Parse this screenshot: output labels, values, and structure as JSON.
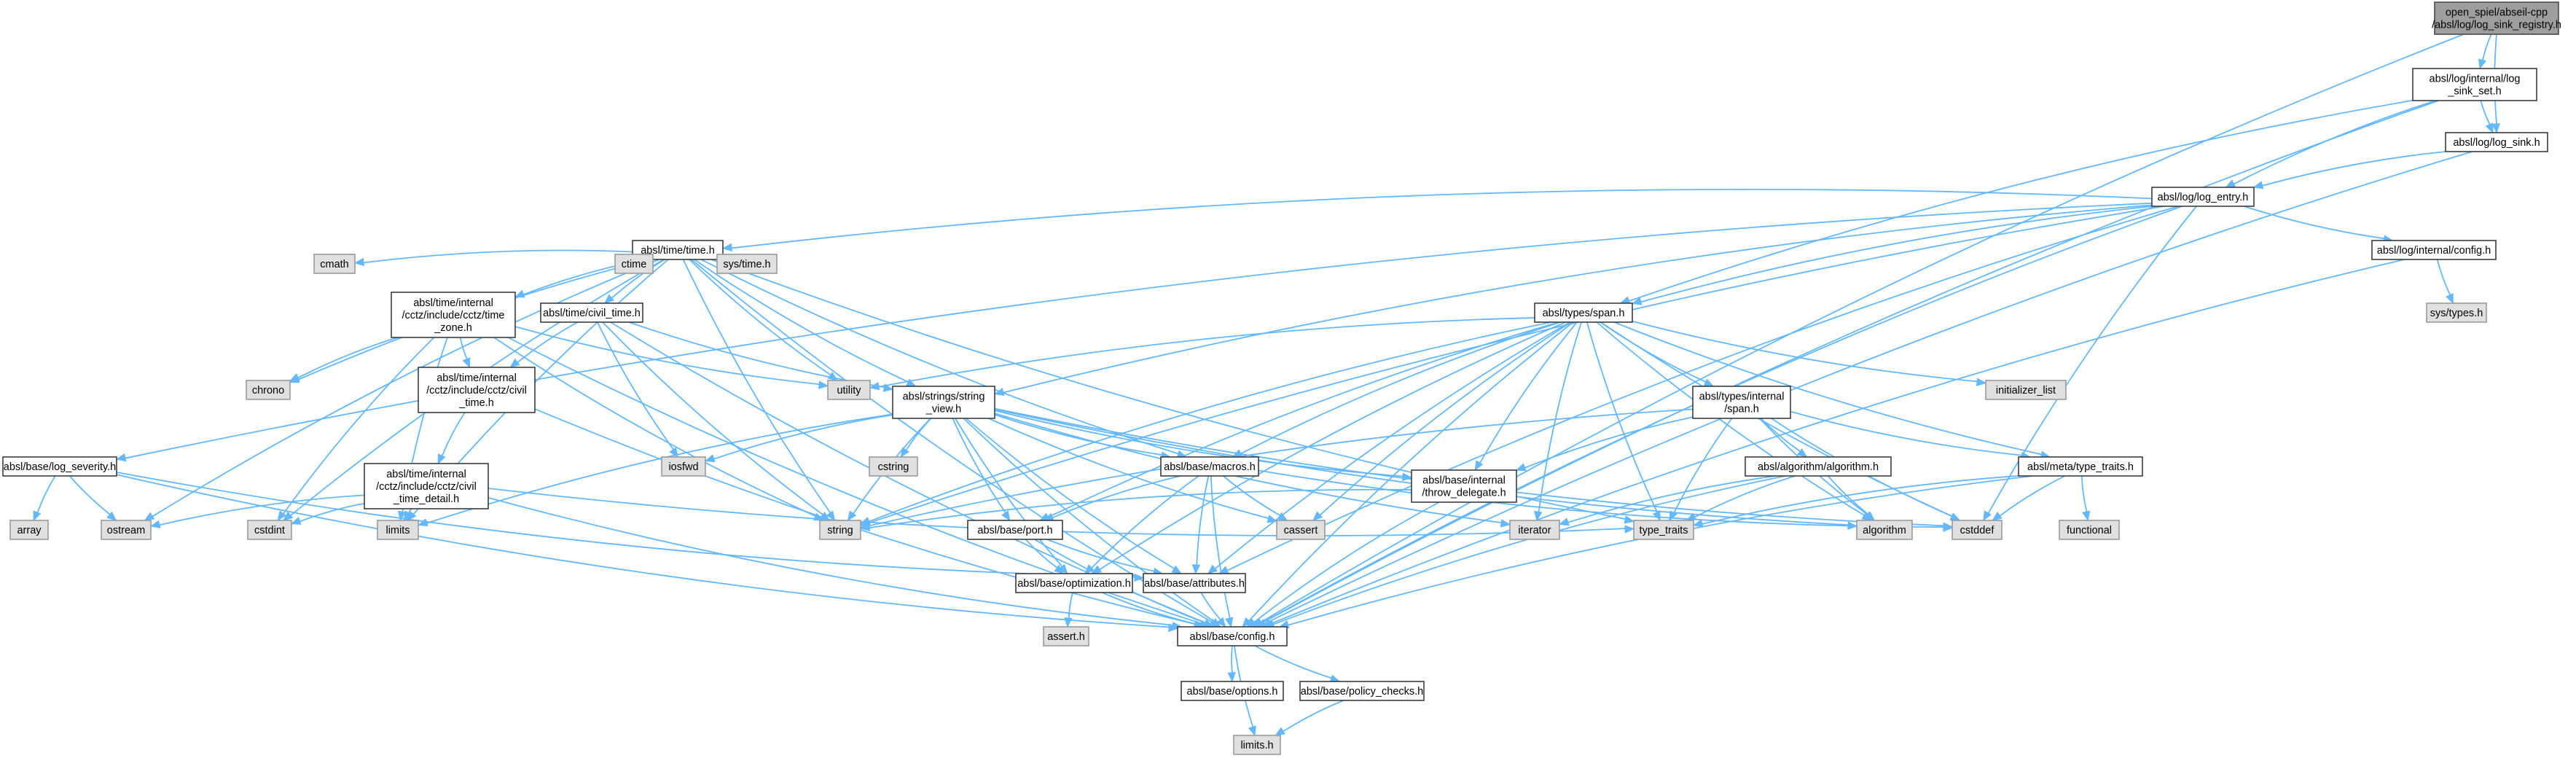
{
  "diagram": {
    "type": "include-dependency-graph",
    "colors": {
      "edge": "#63b8ff",
      "user_node_fill": "#ffffff",
      "system_node_fill": "#e0e0e0",
      "root_node_fill": "#9e9e9e"
    },
    "nodes": [
      {
        "id": "root",
        "kind": "root",
        "lines": [
          "open_spiel/abseil-cpp",
          "/absl/log/log_sink_registry.h"
        ]
      },
      {
        "id": "log_sink_set",
        "kind": "user",
        "lines": [
          "absl/log/internal/log",
          "_sink_set.h"
        ]
      },
      {
        "id": "log_sink",
        "kind": "user",
        "lines": [
          "absl/log/log_sink.h"
        ]
      },
      {
        "id": "log_entry",
        "kind": "user",
        "lines": [
          "absl/log/log_entry.h"
        ]
      },
      {
        "id": "internal_config",
        "kind": "user",
        "lines": [
          "absl/log/internal/config.h"
        ]
      },
      {
        "id": "sys_types",
        "kind": "sys",
        "lines": [
          "sys/types.h"
        ]
      },
      {
        "id": "time",
        "kind": "user",
        "lines": [
          "absl/time/time.h"
        ]
      },
      {
        "id": "cmath",
        "kind": "sys",
        "lines": [
          "cmath"
        ]
      },
      {
        "id": "ctime",
        "kind": "sys",
        "lines": [
          "ctime"
        ]
      },
      {
        "id": "sys_time",
        "kind": "sys",
        "lines": [
          "sys/time.h"
        ]
      },
      {
        "id": "time_zone",
        "kind": "user",
        "lines": [
          "absl/time/internal",
          "/cctz/include/cctz/time",
          "_zone.h"
        ]
      },
      {
        "id": "civil_time",
        "kind": "user",
        "lines": [
          "absl/time/civil_time.h"
        ]
      },
      {
        "id": "chrono",
        "kind": "sys",
        "lines": [
          "chrono"
        ]
      },
      {
        "id": "cctz_civil_time",
        "kind": "user",
        "lines": [
          "absl/time/internal",
          "/cctz/include/cctz/civil",
          "_time.h"
        ]
      },
      {
        "id": "civil_time_detail",
        "kind": "user",
        "lines": [
          "absl/time/internal",
          "/cctz/include/cctz/civil",
          "_time_detail.h"
        ]
      },
      {
        "id": "span",
        "kind": "user",
        "lines": [
          "absl/types/span.h"
        ]
      },
      {
        "id": "utility",
        "kind": "sys",
        "lines": [
          "utility"
        ]
      },
      {
        "id": "string_view",
        "kind": "user",
        "lines": [
          "absl/strings/string",
          "_view.h"
        ]
      },
      {
        "id": "iosfwd",
        "kind": "sys",
        "lines": [
          "iosfwd"
        ]
      },
      {
        "id": "cstring",
        "kind": "sys",
        "lines": [
          "cstring"
        ]
      },
      {
        "id": "initializer_list",
        "kind": "sys",
        "lines": [
          "initializer_list"
        ]
      },
      {
        "id": "internal_span",
        "kind": "user",
        "lines": [
          "absl/types/internal",
          "/span.h"
        ]
      },
      {
        "id": "algorithm_h",
        "kind": "user",
        "lines": [
          "absl/algorithm/algorithm.h"
        ]
      },
      {
        "id": "type_traits_h",
        "kind": "user",
        "lines": [
          "absl/meta/type_traits.h"
        ]
      },
      {
        "id": "throw_delegate",
        "kind": "user",
        "lines": [
          "absl/base/internal",
          "/throw_delegate.h"
        ]
      },
      {
        "id": "macros",
        "kind": "user",
        "lines": [
          "absl/base/macros.h"
        ]
      },
      {
        "id": "log_severity",
        "kind": "user",
        "lines": [
          "absl/base/log_severity.h"
        ]
      },
      {
        "id": "array",
        "kind": "sys",
        "lines": [
          "array"
        ]
      },
      {
        "id": "ostream",
        "kind": "sys",
        "lines": [
          "ostream"
        ]
      },
      {
        "id": "cstdint",
        "kind": "sys",
        "lines": [
          "cstdint"
        ]
      },
      {
        "id": "limits",
        "kind": "sys",
        "lines": [
          "limits"
        ]
      },
      {
        "id": "string",
        "kind": "sys",
        "lines": [
          "string"
        ]
      },
      {
        "id": "cassert",
        "kind": "sys",
        "lines": [
          "cassert"
        ]
      },
      {
        "id": "iterator",
        "kind": "sys",
        "lines": [
          "iterator"
        ]
      },
      {
        "id": "type_traits",
        "kind": "sys",
        "lines": [
          "type_traits"
        ]
      },
      {
        "id": "algorithm",
        "kind": "sys",
        "lines": [
          "algorithm"
        ]
      },
      {
        "id": "cstddef",
        "kind": "sys",
        "lines": [
          "cstddef"
        ]
      },
      {
        "id": "functional",
        "kind": "sys",
        "lines": [
          "functional"
        ]
      },
      {
        "id": "port",
        "kind": "user",
        "lines": [
          "absl/base/port.h"
        ]
      },
      {
        "id": "optimization",
        "kind": "user",
        "lines": [
          "absl/base/optimization.h"
        ]
      },
      {
        "id": "attributes",
        "kind": "user",
        "lines": [
          "absl/base/attributes.h"
        ]
      },
      {
        "id": "assert_h",
        "kind": "sys",
        "lines": [
          "assert.h"
        ]
      },
      {
        "id": "config",
        "kind": "user",
        "lines": [
          "absl/base/config.h"
        ]
      },
      {
        "id": "options",
        "kind": "user",
        "lines": [
          "absl/base/options.h"
        ]
      },
      {
        "id": "policy_checks",
        "kind": "user",
        "lines": [
          "absl/base/policy_checks.h"
        ]
      },
      {
        "id": "limits_h",
        "kind": "sys",
        "lines": [
          "limits.h"
        ]
      }
    ],
    "edges": [
      [
        "root",
        "log_sink_set"
      ],
      [
        "root",
        "log_sink"
      ],
      [
        "root",
        "config"
      ],
      [
        "log_sink_set",
        "log_sink"
      ],
      [
        "log_sink_set",
        "log_entry"
      ],
      [
        "log_sink_set",
        "span"
      ],
      [
        "log_sink_set",
        "config"
      ],
      [
        "log_sink",
        "log_entry"
      ],
      [
        "log_sink",
        "config"
      ],
      [
        "log_entry",
        "internal_config"
      ],
      [
        "log_entry",
        "time"
      ],
      [
        "log_entry",
        "log_severity"
      ],
      [
        "log_entry",
        "string_view"
      ],
      [
        "log_entry",
        "span"
      ],
      [
        "log_entry",
        "string"
      ],
      [
        "log_entry",
        "cstddef"
      ],
      [
        "log_entry",
        "attributes"
      ],
      [
        "log_entry",
        "config"
      ],
      [
        "internal_config",
        "sys_types"
      ],
      [
        "internal_config",
        "config"
      ],
      [
        "time",
        "cmath"
      ],
      [
        "time",
        "ctime"
      ],
      [
        "time",
        "sys_time"
      ],
      [
        "time",
        "time_zone"
      ],
      [
        "time",
        "civil_time"
      ],
      [
        "time",
        "chrono"
      ],
      [
        "time",
        "string_view"
      ],
      [
        "time",
        "utility"
      ],
      [
        "time",
        "macros"
      ],
      [
        "time",
        "ostream"
      ],
      [
        "time",
        "cstdint"
      ],
      [
        "time",
        "limits"
      ],
      [
        "time",
        "string"
      ],
      [
        "time",
        "type_traits"
      ],
      [
        "time",
        "config"
      ],
      [
        "time_zone",
        "chrono"
      ],
      [
        "time_zone",
        "cctz_civil_time"
      ],
      [
        "time_zone",
        "cstdint"
      ],
      [
        "time_zone",
        "limits"
      ],
      [
        "time_zone",
        "string"
      ],
      [
        "time_zone",
        "utility"
      ],
      [
        "time_zone",
        "config"
      ],
      [
        "civil_time",
        "cctz_civil_time"
      ],
      [
        "civil_time",
        "string_view"
      ],
      [
        "civil_time",
        "iosfwd"
      ],
      [
        "civil_time",
        "string"
      ],
      [
        "civil_time",
        "config"
      ],
      [
        "cctz_civil_time",
        "civil_time_detail"
      ],
      [
        "cctz_civil_time",
        "config"
      ],
      [
        "civil_time_detail",
        "cstdint"
      ],
      [
        "civil_time_detail",
        "limits"
      ],
      [
        "civil_time_detail",
        "ostream"
      ],
      [
        "civil_time_detail",
        "type_traits"
      ],
      [
        "civil_time_detail",
        "config"
      ],
      [
        "span",
        "utility"
      ],
      [
        "span",
        "initializer_list"
      ],
      [
        "span",
        "internal_span"
      ],
      [
        "span",
        "type_traits_h"
      ],
      [
        "span",
        "throw_delegate"
      ],
      [
        "span",
        "macros"
      ],
      [
        "span",
        "algorithm"
      ],
      [
        "span",
        "cassert"
      ],
      [
        "span",
        "iterator"
      ],
      [
        "span",
        "type_traits"
      ],
      [
        "span",
        "cstddef"
      ],
      [
        "span",
        "string"
      ],
      [
        "span",
        "port"
      ],
      [
        "span",
        "optimization"
      ],
      [
        "span",
        "attributes"
      ],
      [
        "span",
        "config"
      ],
      [
        "string_view",
        "iosfwd"
      ],
      [
        "string_view",
        "cstring"
      ],
      [
        "string_view",
        "string"
      ],
      [
        "string_view",
        "limits"
      ],
      [
        "string_view",
        "cassert"
      ],
      [
        "string_view",
        "iterator"
      ],
      [
        "string_view",
        "cstddef"
      ],
      [
        "string_view",
        "algorithm"
      ],
      [
        "string_view",
        "throw_delegate"
      ],
      [
        "string_view",
        "macros"
      ],
      [
        "string_view",
        "port"
      ],
      [
        "string_view",
        "optimization"
      ],
      [
        "string_view",
        "attributes"
      ],
      [
        "string_view",
        "config"
      ],
      [
        "internal_span",
        "algorithm_h"
      ],
      [
        "internal_span",
        "throw_delegate"
      ],
      [
        "internal_span",
        "type_traits_h"
      ],
      [
        "internal_span",
        "algorithm"
      ],
      [
        "internal_span",
        "cstddef"
      ],
      [
        "internal_span",
        "string"
      ],
      [
        "internal_span",
        "type_traits"
      ],
      [
        "algorithm_h",
        "iterator"
      ],
      [
        "algorithm_h",
        "type_traits"
      ],
      [
        "algorithm_h",
        "algorithm"
      ],
      [
        "algorithm_h",
        "config"
      ],
      [
        "type_traits_h",
        "cstddef"
      ],
      [
        "type_traits_h",
        "functional"
      ],
      [
        "type_traits_h",
        "type_traits"
      ],
      [
        "type_traits_h",
        "config"
      ],
      [
        "throw_delegate",
        "string"
      ],
      [
        "throw_delegate",
        "config"
      ],
      [
        "macros",
        "cassert"
      ],
      [
        "macros",
        "cstddef"
      ],
      [
        "macros",
        "attributes"
      ],
      [
        "macros",
        "optimization"
      ],
      [
        "macros",
        "port"
      ],
      [
        "macros",
        "config"
      ],
      [
        "log_severity",
        "array"
      ],
      [
        "log_severity",
        "ostream"
      ],
      [
        "log_severity",
        "attributes"
      ],
      [
        "log_severity",
        "config"
      ],
      [
        "port",
        "attributes"
      ],
      [
        "port",
        "optimization"
      ],
      [
        "port",
        "config"
      ],
      [
        "optimization",
        "assert_h"
      ],
      [
        "optimization",
        "config"
      ],
      [
        "attributes",
        "config"
      ],
      [
        "config",
        "options"
      ],
      [
        "config",
        "policy_checks"
      ],
      [
        "config",
        "limits_h"
      ],
      [
        "policy_checks",
        "limits_h"
      ]
    ]
  }
}
